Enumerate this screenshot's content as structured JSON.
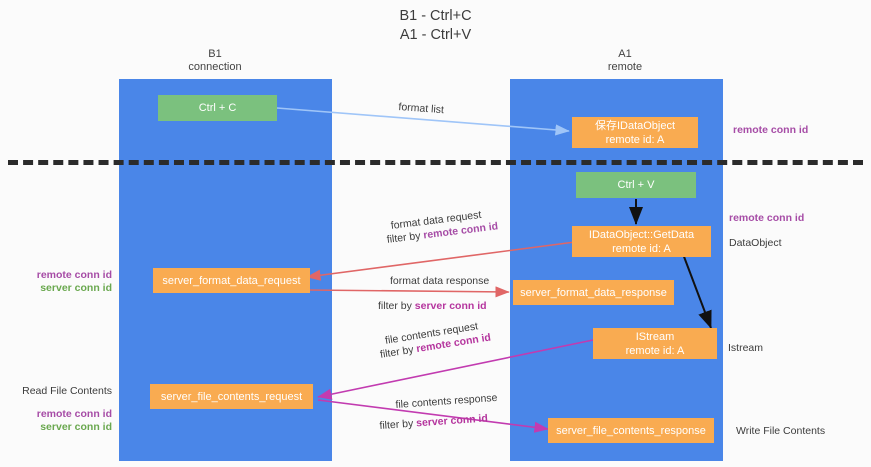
{
  "title": "B1 - Ctrl+C\nA1 - Ctrl+V",
  "colors": {
    "lane": "#4a86e8",
    "node_orange": "#f9ab51",
    "node_green": "#7bc17e",
    "divider": "#2b2b2b",
    "arrow_blue": "#9fc5f8",
    "arrow_black": "#000000",
    "arrow_red": "#e06666",
    "arrow_magenta": "#c23bb0",
    "text_purple": "#a64ca6",
    "text_green": "#6aa84f",
    "text_dark": "#3c3c3c"
  },
  "lanes": [
    {
      "name": "b1",
      "title": "B1\nconnection"
    },
    {
      "name": "a1",
      "title": "A1\nremote"
    }
  ],
  "nodes": {
    "ctrl_c": {
      "line1": "Ctrl + C",
      "line2": ""
    },
    "ctrl_v": {
      "line1": "Ctrl + V",
      "line2": ""
    },
    "save_dataobject": {
      "line1": "保存IDataObject",
      "line2": "remote id: A"
    },
    "getdata": {
      "line1": "IDataObject::GetData",
      "line2": "remote id: A"
    },
    "istream": {
      "line1": "IStream",
      "line2": "remote id: A"
    },
    "server_format_data_request": {
      "line1": "server_format_data_request",
      "line2": ""
    },
    "server_format_data_response": {
      "line1": "server_format_data_response",
      "line2": ""
    },
    "server_file_contents_request": {
      "line1": "server_file_contents_request",
      "line2": ""
    },
    "server_file_contents_response": {
      "line1": "server_file_contents_response",
      "line2": ""
    }
  },
  "edge_labels": {
    "format_list": "format list",
    "format_data_request": "format data request",
    "format_data_request_filter_prefix": "filter by ",
    "format_data_request_filter_key": "remote conn id",
    "format_data_response": "format data response",
    "format_data_response_filter_prefix": "filter by ",
    "format_data_response_filter_key": "server conn id",
    "file_contents_request": "file contents request",
    "file_contents_request_filter_prefix": "filter by ",
    "file_contents_request_filter_key": "remote conn id",
    "file_contents_response": "file contents response",
    "file_contents_response_filter_prefix": "filter by ",
    "file_contents_response_filter_key": "server conn id"
  },
  "annotations": {
    "right_remote_conn_id_top": "remote conn id",
    "right_remote_conn_id_mid": "remote conn id",
    "right_dataobject": "DataObject",
    "right_istream": "Istream",
    "right_write_file_contents": "Write File Contents",
    "left_remote_conn_id_mid": "remote conn id",
    "left_server_conn_id_mid": "server conn id",
    "left_read_file_contents": "Read File Contents",
    "left_remote_conn_id_bot": "remote conn id",
    "left_server_conn_id_bot": "server conn id"
  }
}
